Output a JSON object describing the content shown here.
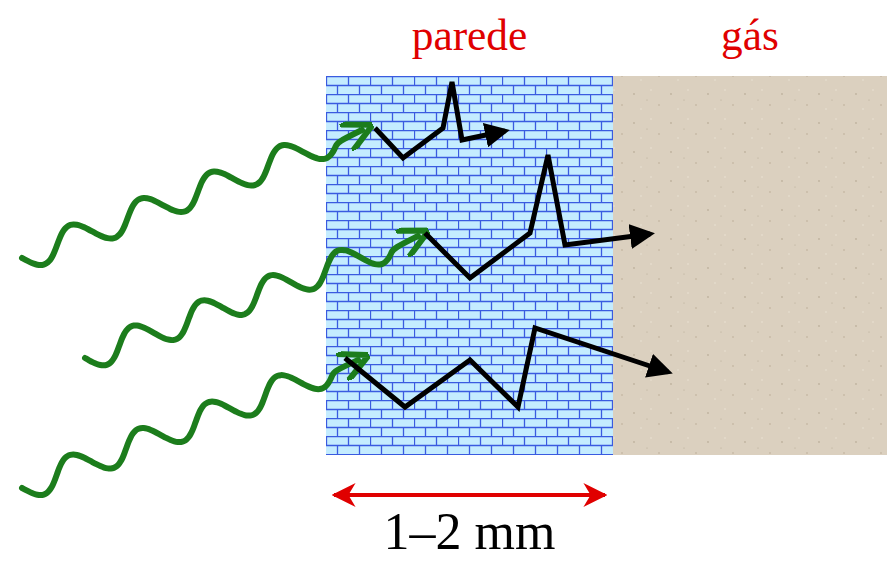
{
  "diagram": {
    "nodes": [
      {
        "text": [
          "parede"
        ]
      },
      {
        "text": [
          "gás"
        ]
      }
    ],
    "labels": [
      "1–2 mm"
    ]
  }
}
